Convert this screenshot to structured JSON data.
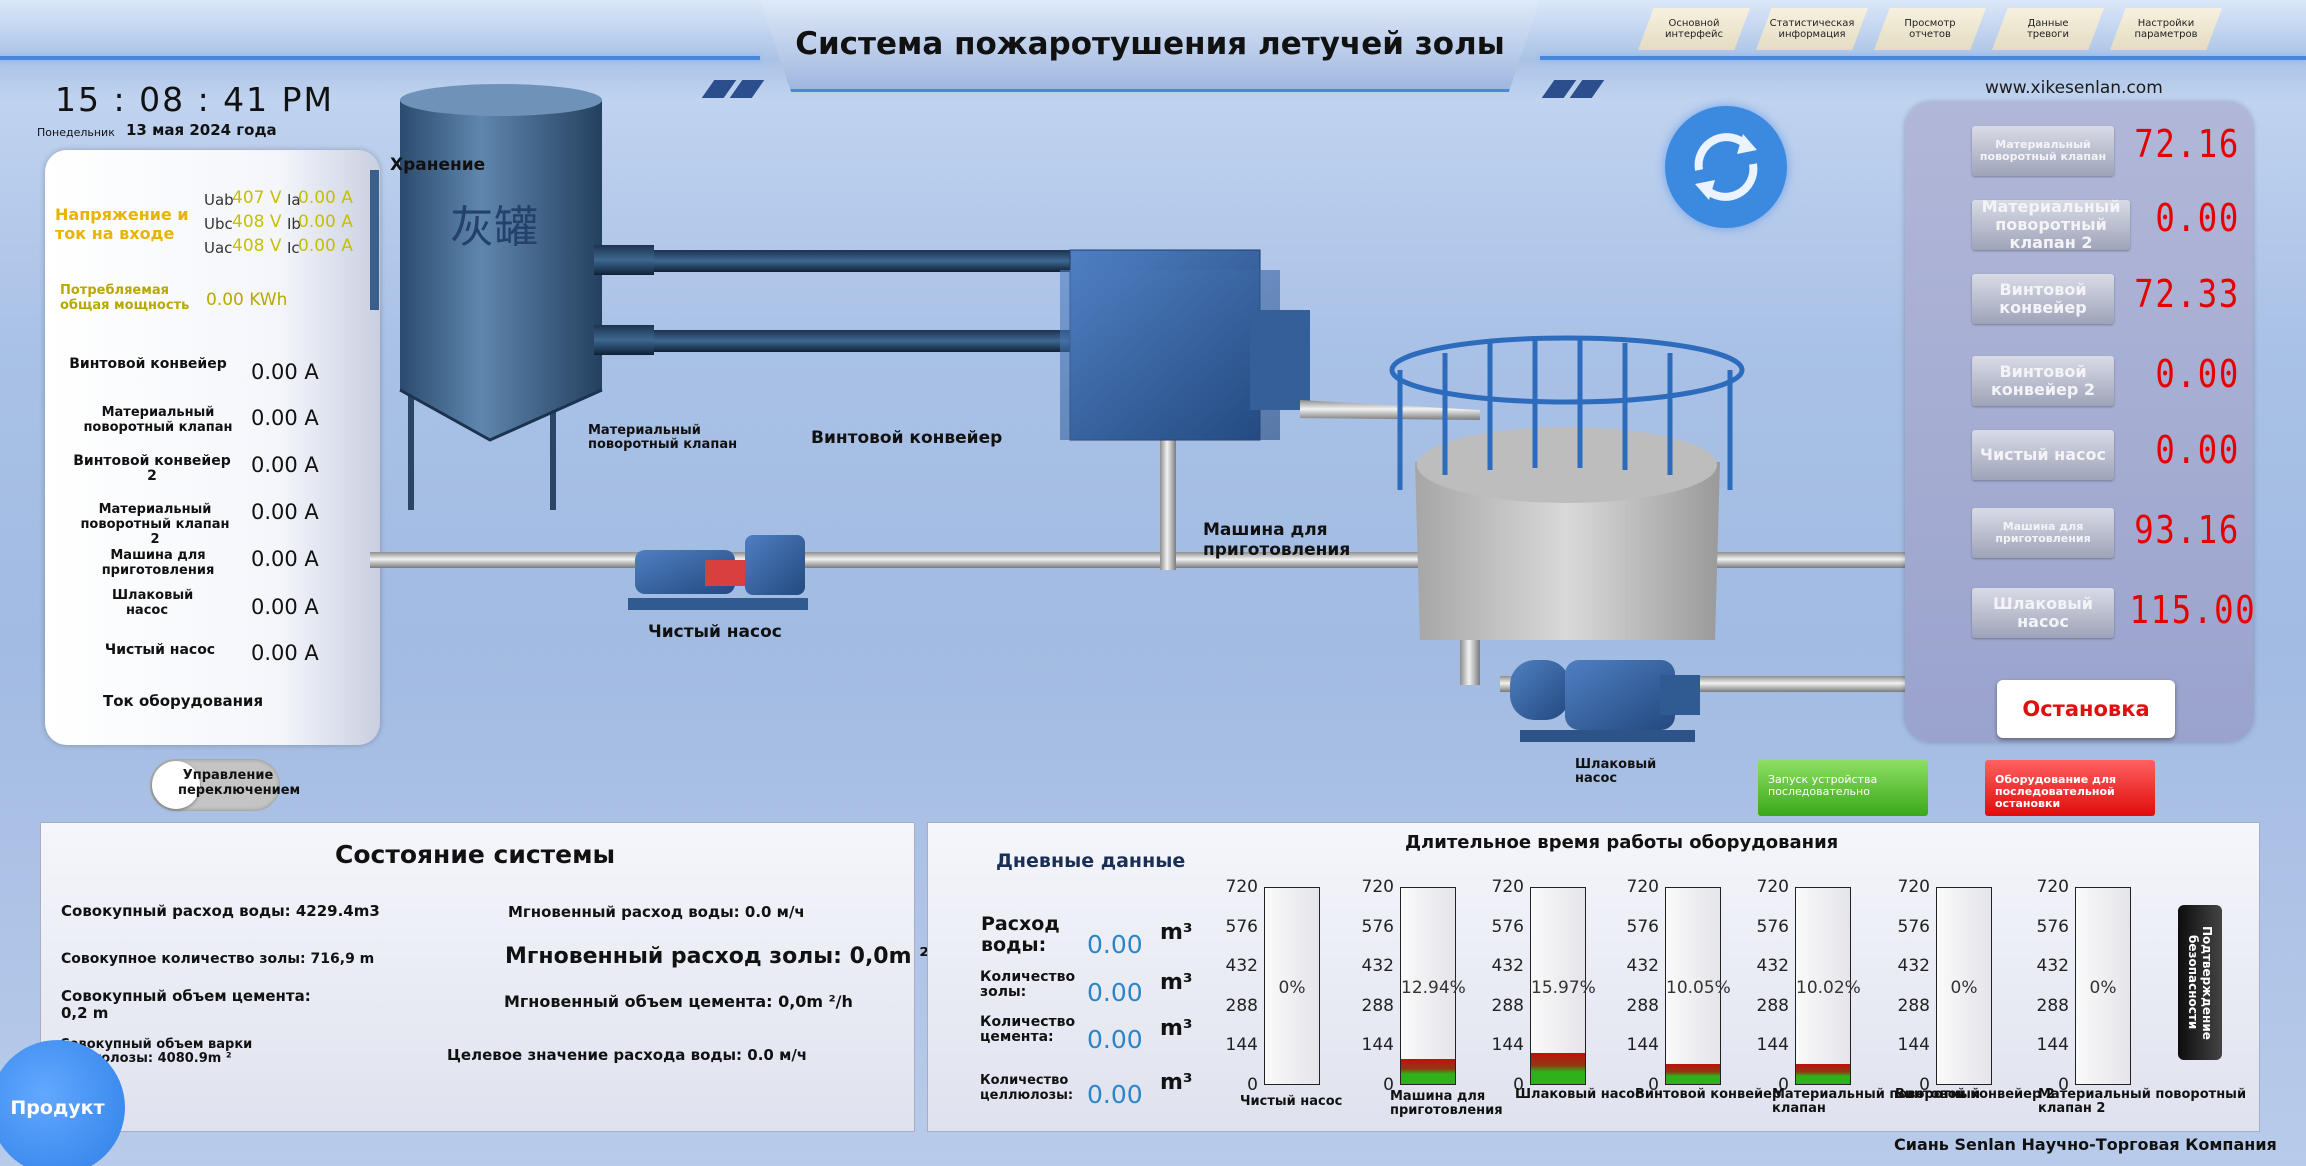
{
  "header": {
    "title": "Система пожаротушения летучей золы",
    "website": "www.xikesenlan.com"
  },
  "nav": [
    {
      "label": "Основной интерфейс"
    },
    {
      "label": "Статистическая информация"
    },
    {
      "label": "Просмотр отчетов"
    },
    {
      "label": "Данные тревоги"
    },
    {
      "label": "Настройки параметров"
    }
  ],
  "clock": {
    "time": "15 : 08 : 41 PM",
    "weekday": "Понедельник",
    "date": "13 мая 2024 года"
  },
  "power": {
    "title": "Напряжение и ток на входе",
    "uab_label": "Uab",
    "uab": "407 V",
    "ubc_label": "Ubc",
    "ubc": "408 V",
    "uac_label": "Uac",
    "uac": "408 V",
    "ia_label": "Ia",
    "ia": "0.00 A",
    "ib_label": "Ib",
    "ib": "0.00 A",
    "ic_label": "Ic",
    "ic": "0.00 A",
    "consumption_label": "Потребляемая общая мощность",
    "consumption": "0.00 KWh"
  },
  "currents": {
    "items": [
      {
        "label": "Винтовой конвейер",
        "value": "0.00 A"
      },
      {
        "label": "Материальный поворотный клапан",
        "value": "0.00 A"
      },
      {
        "label": "Винтовой конвейер 2",
        "value": "0.00 A"
      },
      {
        "label": "Материальный поворотный клапан 2",
        "value": "0.00 A"
      },
      {
        "label": "Машина для приготовления",
        "value": "0.00 A"
      },
      {
        "label": "Шлаковый насос",
        "value": "0.00 A"
      },
      {
        "label": "Чистый насос",
        "value": "0.00 A"
      }
    ],
    "footer": "Ток оборудования"
  },
  "toggle": {
    "label": "Управление переключением"
  },
  "process": {
    "storage": "Хранение",
    "tank_chars": "灰罐",
    "rotary_valve": "Материальный поворотный клапан",
    "screw_conveyor": "Винтовой конвейер",
    "mixer": "Машина для приготовления",
    "clean_pump": "Чистый насос",
    "slag_pump": "Шлаковый насос"
  },
  "readings": [
    {
      "label": "Материальный поворотный клапан",
      "value": "72.16"
    },
    {
      "label": "Материальный поворотный клапан 2",
      "value": "0.00"
    },
    {
      "label": "Винтовой конвейер",
      "value": "72.33"
    },
    {
      "label": "Винтовой конвейер 2",
      "value": "0.00"
    },
    {
      "label": "Чистый насос",
      "value": "0.00"
    },
    {
      "label": "Машина для приготовления",
      "value": "93.16"
    },
    {
      "label": "Шлаковый насос",
      "value": "115.00"
    }
  ],
  "stop_label": "Остановка",
  "start_seq_label": "Запуск устройства последовательно",
  "stop_seq_label": "Оборудование для последовательной остановки",
  "system": {
    "title": "Состояние системы",
    "total_water": "Совокупный расход воды: 4229.4m3",
    "inst_water": "Мгновенный расход воды: 0.0 м/ч",
    "total_ash": "Совокупное количество золы: 716,9 m",
    "inst_ash": "Мгновенный расход золы: 0,0m ²/h",
    "total_cement": "Совокупный объем цемента: 0,2 m",
    "inst_cement": "Мгновенный объем цемента: 0,0m ²/h",
    "total_cellulose": "Совокупный объем варки целлюлозы: 4080.9m ²",
    "target_water": "Целевое значение расхода воды: 0.0 м/ч"
  },
  "daily": {
    "title": "Дневные данные",
    "items": [
      {
        "label": "Расход воды:",
        "value": "0.00",
        "unit": "m³"
      },
      {
        "label": "Количество золы:",
        "value": "0.00",
        "unit": "m³"
      },
      {
        "label": "Количество цемента:",
        "value": "0.00",
        "unit": "m³"
      },
      {
        "label": "Количество целлюлозы:",
        "value": "0.00",
        "unit": "m³"
      }
    ]
  },
  "runtime": {
    "title": "Длительное время работы оборудования",
    "ticks": [
      "720",
      "576",
      "432",
      "288",
      "144",
      "0"
    ],
    "gauges": [
      {
        "name": "Чистый насос",
        "pct_label": "0%",
        "fraction": 0.0
      },
      {
        "name": "Машина для приготовления",
        "pct_label": "12.94%",
        "fraction": 0.1294
      },
      {
        "name": "Шлаковый насос",
        "pct_label": "15.97%",
        "fraction": 0.1597
      },
      {
        "name": "Винтовой конвейер",
        "pct_label": "10.05%",
        "fraction": 0.1005
      },
      {
        "name": "Материальный поворотный клапан",
        "pct_label": "10.02%",
        "fraction": 0.1002
      },
      {
        "name": "Винтовой конвейер 2",
        "pct_label": "0%",
        "fraction": 0.0
      },
      {
        "name": "Материальный поворотный клапан 2",
        "pct_label": "0%",
        "fraction": 0.0
      }
    ]
  },
  "confirm_label": "Подтверждение безопасности",
  "product_label": "Продукт",
  "footer": "Сиань Senlan Научно-Торговая Компания",
  "colors": {
    "accent": "#3b8ae0",
    "alarm": "#e60000",
    "voltage": "#e8b400"
  }
}
